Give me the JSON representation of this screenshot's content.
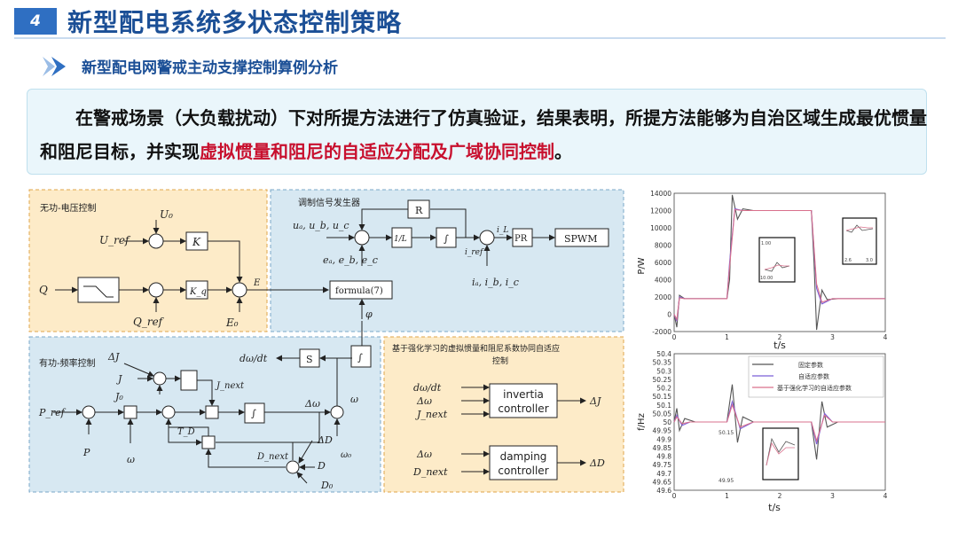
{
  "header": {
    "section_number": "4",
    "title": "新型配电系统多状态控制策略"
  },
  "subtitle": "新型配电网警戒主动支撑控制算例分析",
  "paragraph": {
    "normal": "在警戒场景（大负载扰动）下对所提方法进行了仿真验证，结果表明，所提方法能够为自治区域生成最优惯量和阻尼目标，并实现",
    "highlight": "虚拟惯量和阻尼的自适应分配及广域协同控制",
    "end": "。"
  },
  "diagram": {
    "reactive_panel": {
      "title": "无功-电压控制",
      "U0": "U₀",
      "Uref": "U_ref",
      "Q": "Q",
      "Qref": "Q_ref",
      "E0": "E₀",
      "E": "E",
      "K": "K",
      "Kq": "K_q"
    },
    "signal_panel": {
      "title": "调制信号发生器",
      "uabc": "uₐ, u_b, u_c",
      "eabc": "eₐ, e_b, e_c",
      "R": "R",
      "L": "1/L",
      "int": "∫",
      "iref": "i_ref",
      "iL": "i_L",
      "PR": "PR",
      "SPWM": "SPWM",
      "iabc": "iₐ, i_b, i_c",
      "formula": "formula(7)",
      "phi": "φ"
    },
    "active_panel": {
      "title": "有功-频率控制",
      "dJ": "ΔJ",
      "J": "J",
      "J0": "J₀",
      "Jnext": "J_next",
      "Pref": "P_ref",
      "P": "P",
      "omega_bar": "ω",
      "TD": "T_D",
      "Dnext": "D_next",
      "D": "D",
      "D0": "D₀",
      "dD": "ΔD",
      "domega": "Δω",
      "omega": "ω",
      "omega0": "ω₀",
      "S": "S",
      "dwdt": "dω/dt",
      "int": "∫"
    },
    "rl_panel": {
      "title_line1": "基于强化学习的虚拟惯量和阻尼系数协同自适应",
      "title_line2": "控制",
      "inputs1": [
        "dω/dt",
        "Δω",
        "J_next"
      ],
      "block1": [
        "invertia",
        "controller"
      ],
      "out1": "ΔJ",
      "inputs2": [
        "Δω",
        "D_next"
      ],
      "block2": [
        "damping",
        "controller"
      ],
      "out2": "ΔD"
    }
  },
  "chart_data": [
    {
      "type": "line",
      "xlabel": "t/s",
      "ylabel": "P/W",
      "xlim": [
        0,
        4
      ],
      "ylim": [
        -2000,
        14000
      ],
      "x_ticks": [
        "0",
        "1",
        "2",
        "3",
        "4"
      ],
      "y_ticks": [
        "-2000",
        "0",
        "2000",
        "4000",
        "6000",
        "8000",
        "10000",
        "12000",
        "14000"
      ],
      "inset_labels": [
        "1.00",
        "10.00",
        "2.6",
        "3.0"
      ],
      "series": [
        {
          "color": "#555555",
          "x": [
            0,
            0.05,
            0.1,
            0.2,
            1.0,
            1.05,
            1.1,
            1.2,
            1.3,
            1.5,
            2.6,
            2.65,
            2.7,
            2.8,
            2.9,
            3.1,
            4
          ],
          "y": [
            0,
            -1500,
            2200,
            1800,
            1800,
            4000,
            13800,
            11000,
            12200,
            12000,
            12000,
            6000,
            -1800,
            2800,
            1700,
            1800,
            1800
          ]
        },
        {
          "color": "#7b5fd6",
          "x": [
            0,
            0.05,
            0.1,
            0.2,
            1.0,
            1.05,
            1.15,
            1.3,
            2.6,
            2.7,
            2.8,
            3.0,
            4
          ],
          "y": [
            0,
            -800,
            2000,
            1800,
            1800,
            6000,
            12200,
            12000,
            12000,
            3000,
            1200,
            1800,
            1800
          ]
        },
        {
          "color": "#d9708c",
          "x": [
            0,
            0.05,
            0.1,
            0.2,
            1.0,
            1.05,
            1.15,
            1.3,
            2.6,
            2.7,
            2.8,
            3.0,
            4
          ],
          "y": [
            0,
            -600,
            1900,
            1800,
            1800,
            5500,
            12100,
            12000,
            12000,
            3500,
            1400,
            1800,
            1800
          ]
        }
      ]
    },
    {
      "type": "line",
      "xlabel": "t/s",
      "ylabel": "f/Hz",
      "xlim": [
        0,
        4
      ],
      "ylim": [
        49.6,
        50.4
      ],
      "x_ticks": [
        "0",
        "1",
        "2",
        "3",
        "4"
      ],
      "y_ticks": [
        "49.6",
        "49.65",
        "49.7",
        "49.75",
        "49.8",
        "49.85",
        "49.9",
        "49.95",
        "50",
        "50.05",
        "50.1",
        "50.15",
        "50.2",
        "50.25",
        "50.3",
        "50.35",
        "50.4"
      ],
      "legend": [
        "固定参数",
        "自适应参数",
        "基于强化学习的自适应参数"
      ],
      "inset_labels": [
        "50.15",
        "49.95"
      ],
      "series": [
        {
          "name": "固定参数",
          "color": "#555555",
          "x": [
            0,
            0.05,
            0.1,
            0.2,
            0.4,
            1.0,
            1.1,
            1.2,
            1.3,
            1.5,
            2.6,
            2.7,
            2.8,
            2.9,
            3.1,
            4
          ],
          "y": [
            50,
            50.08,
            49.95,
            50.02,
            50,
            50,
            50.22,
            49.88,
            50.03,
            50,
            50,
            49.78,
            50.12,
            49.97,
            50,
            50
          ]
        },
        {
          "name": "自适应参数",
          "color": "#7b5fd6",
          "x": [
            0,
            0.05,
            0.15,
            0.3,
            1.0,
            1.1,
            1.25,
            1.5,
            2.6,
            2.7,
            2.85,
            3.0,
            4
          ],
          "y": [
            50,
            50.04,
            49.98,
            50,
            50,
            50.12,
            49.96,
            50,
            50,
            49.87,
            50.05,
            50,
            50
          ]
        },
        {
          "name": "基于强化学习的自适应参数",
          "color": "#d9708c",
          "x": [
            0,
            0.05,
            0.15,
            0.3,
            1.0,
            1.1,
            1.25,
            1.5,
            2.6,
            2.7,
            2.85,
            3.0,
            4
          ],
          "y": [
            50,
            50.03,
            49.99,
            50,
            50,
            50.1,
            49.97,
            50,
            50,
            49.89,
            50.04,
            50,
            50
          ]
        }
      ]
    }
  ]
}
